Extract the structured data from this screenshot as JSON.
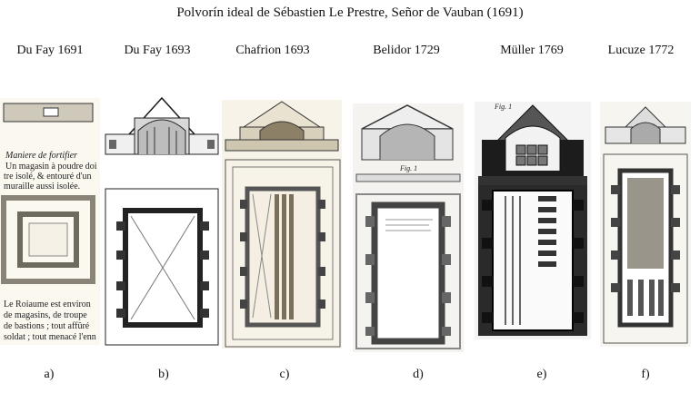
{
  "title": "Polvorín ideal de Sébastien Le Prestre, Señor de Vauban (1691)",
  "columns": [
    {
      "heading": "Du Fay 1691",
      "letter": "a)"
    },
    {
      "heading": "Du Fay 1693",
      "letter": "b)"
    },
    {
      "heading": "Chafrion 1693",
      "letter": "c)"
    },
    {
      "heading": "Belidor 1729",
      "letter": "d)"
    },
    {
      "heading": "Müller 1769",
      "letter": "e)"
    },
    {
      "heading": "Lucuze 1772",
      "letter": "f)"
    }
  ],
  "panel_a": {
    "caption_lines": [
      "Maniere de fortifier",
      "Un magasin à poudre doi",
      "tre isolé, & entouré d'un",
      "muraille aussi isolée."
    ],
    "lower_lines": [
      "Le Roiaume est environ",
      "de magasins, de troupe",
      "de bastions ; tout affûré",
      "soldat ; tout menacé l'enn"
    ]
  },
  "panel_d": {
    "fig_label": "Fig. 1"
  },
  "panel_e": {
    "fig_label": "Fig. 1"
  }
}
